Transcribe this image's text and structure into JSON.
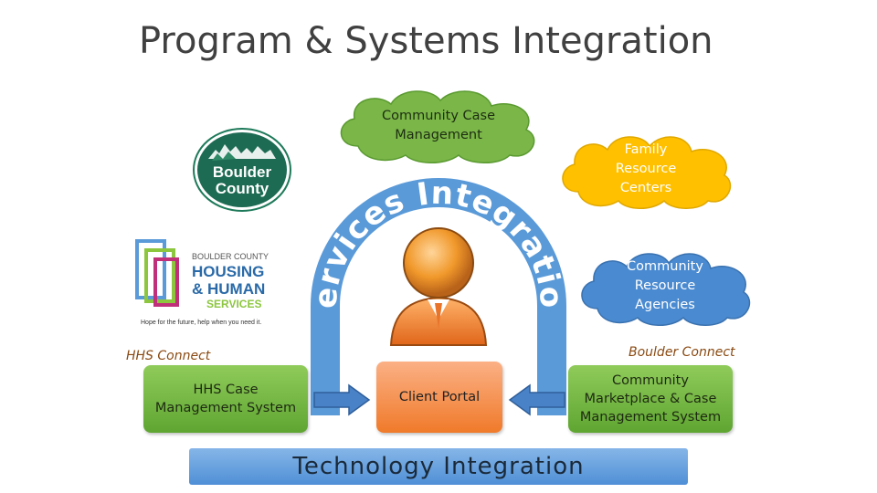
{
  "title": "Program & Systems Integration",
  "clouds": {
    "community_case_management": "Community Case\nManagement",
    "family_resource_centers": "Family\nResource\nCenters",
    "community_resource_agencies": "Community\nResource\nAgencies"
  },
  "arc_text": "Services Integration",
  "logos": {
    "boulder_county": {
      "line1": "Boulder",
      "line2": "County"
    },
    "hhs": {
      "line1": "BOULDER COUNTY",
      "line2": "HOUSING",
      "line3": "& HUMAN",
      "line4": "SERVICES",
      "tagline": "Hope for the future, help when you need it."
    }
  },
  "labels": {
    "hhs_connect": "HHS Connect",
    "boulder_connect": "Boulder Connect"
  },
  "boxes": {
    "hhs_case": "HHS Case\nManagement System",
    "client_portal": "Client Portal",
    "marketplace": "Community\nMarketplace & Case\nManagement System"
  },
  "technology_bar": "Technology Integration",
  "colors": {
    "cloud_green": "#7ab648",
    "cloud_yellow": "#ffc000",
    "cloud_blue": "#4a8ad0",
    "arc_blue": "#5a9ad8",
    "person_orange": "#f58220"
  }
}
